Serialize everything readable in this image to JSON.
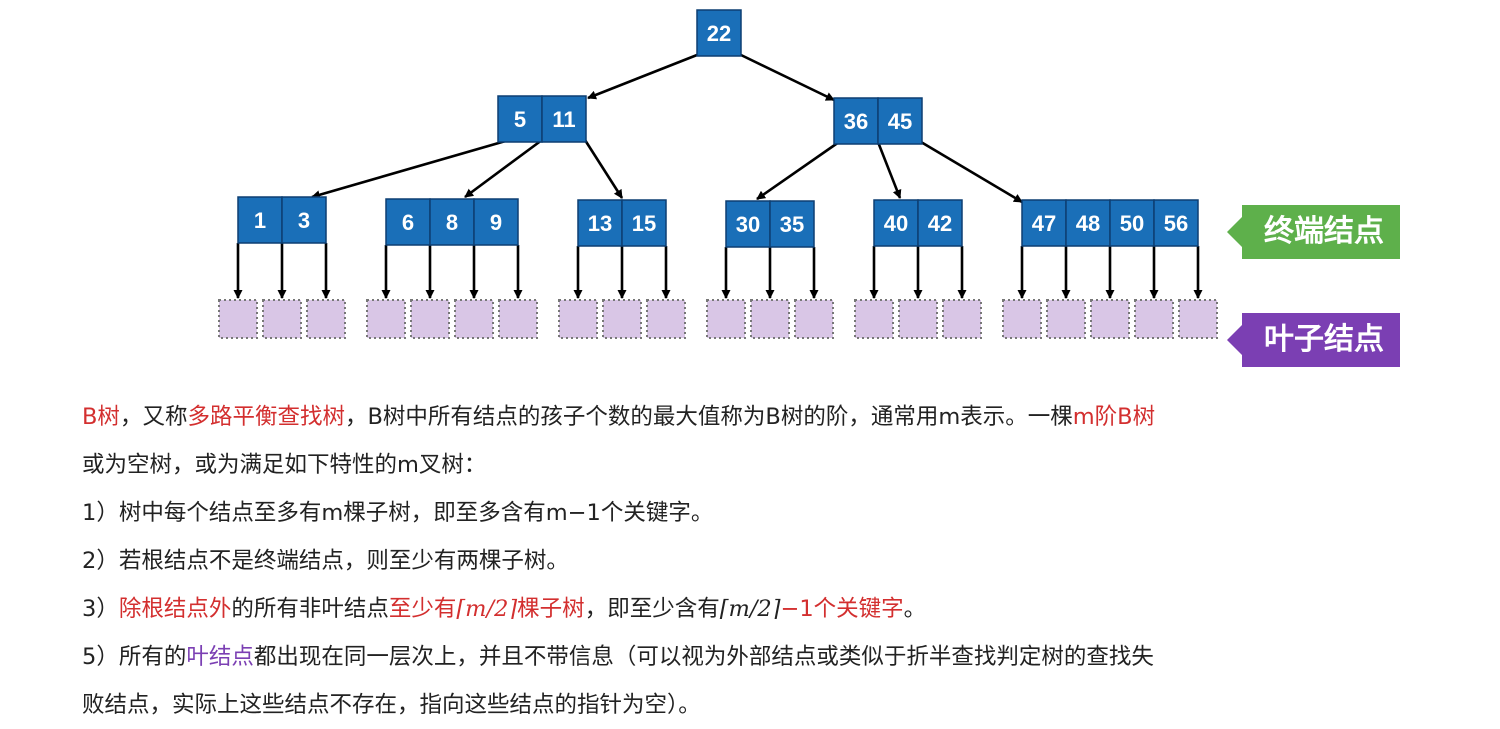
{
  "tree": {
    "root": {
      "keys": [
        "22"
      ]
    },
    "level2": [
      {
        "keys": [
          "5",
          "11"
        ]
      },
      {
        "keys": [
          "36",
          "45"
        ]
      }
    ],
    "level3": [
      {
        "keys": [
          "1",
          "3"
        ]
      },
      {
        "keys": [
          "6",
          "8",
          "9"
        ]
      },
      {
        "keys": [
          "13",
          "15"
        ]
      },
      {
        "keys": [
          "30",
          "35"
        ]
      },
      {
        "keys": [
          "40",
          "42"
        ]
      },
      {
        "keys": [
          "47",
          "48",
          "50",
          "56"
        ]
      }
    ]
  },
  "labels": {
    "terminal_node": "终端结点",
    "leaf_node": "叶子结点"
  },
  "text": {
    "p1_a": "B树",
    "p1_b": "，又称",
    "p1_c": "多路平衡查找树",
    "p1_d": "，B树中所有结点的孩子个数的最大值称为B树的阶，通常用m表示。一棵",
    "p1_e": "m阶B树",
    "p2": "或为空树，或为满足如下特性的m叉树：",
    "l1": "1）树中每个结点至多有m棵子树，即至多含有m−1个关键字。",
    "l2": "2）若根结点不是终端结点，则至少有两棵子树。",
    "l3_a": "3）",
    "l3_b": "除根结点外",
    "l3_c": "的所有非叶结点",
    "l3_d": "至少有",
    "l3_e": "⌈m/2⌉",
    "l3_f": "棵子树",
    "l3_g": "，即至少含有",
    "l3_h": "⌈m/2⌉",
    "l3_i": "−1个关键字",
    "l3_j": "。",
    "l5_a": "5）所有的",
    "l5_b": "叶结点",
    "l5_c": "都出现在同一层次上，并且不带信息（可以视为外部结点或类似于折半查找判定树的查找失",
    "l5_d": "败结点，实际上这些结点不存在，指向这些结点的指针为空）。"
  },
  "colors": {
    "node_fill": "#1a6fb8",
    "leaf_fill": "#d9c6e6",
    "emphasis_red": "#d32f2f",
    "emphasis_purple": "#7b3fb3",
    "terminal_tag": "#5eb04b",
    "leaf_tag": "#7b3fb3"
  }
}
